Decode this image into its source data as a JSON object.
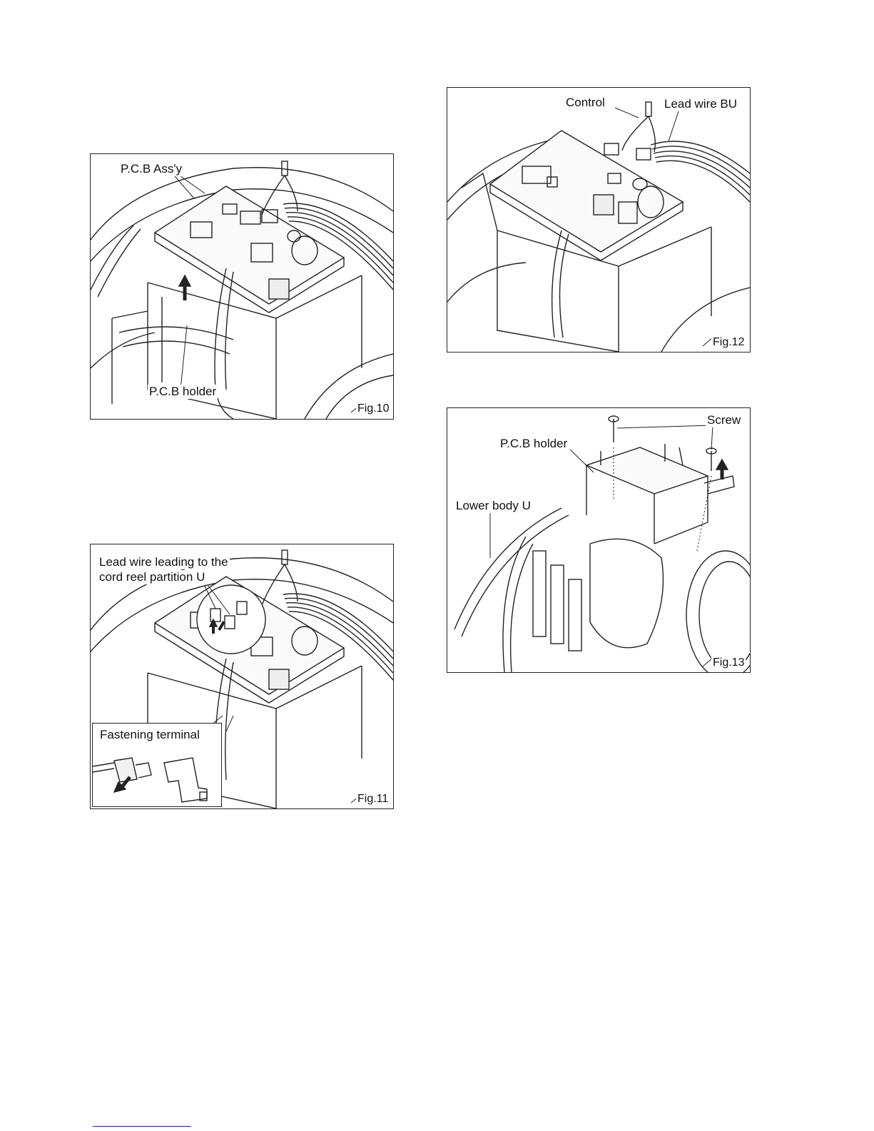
{
  "figures": {
    "fig10": {
      "number": "Fig.10",
      "labels": {
        "pcb_assy": "P.C.B Ass'y",
        "pcb_holder": "P.C.B holder"
      }
    },
    "fig11": {
      "number": "Fig.11",
      "labels": {
        "lead_wire_line1": "Lead wire leading to the",
        "lead_wire_line2": "cord reel partition U",
        "fastening_terminal": "Fastening terminal"
      }
    },
    "fig12": {
      "number": "Fig.12",
      "labels": {
        "control": "Control",
        "lead_wire_bu": "Lead wire BU"
      }
    },
    "fig13": {
      "number": "Fig.13",
      "labels": {
        "screw": "Screw",
        "pcb_holder": "P.C.B holder",
        "lower_body": "Lower body U"
      }
    }
  }
}
